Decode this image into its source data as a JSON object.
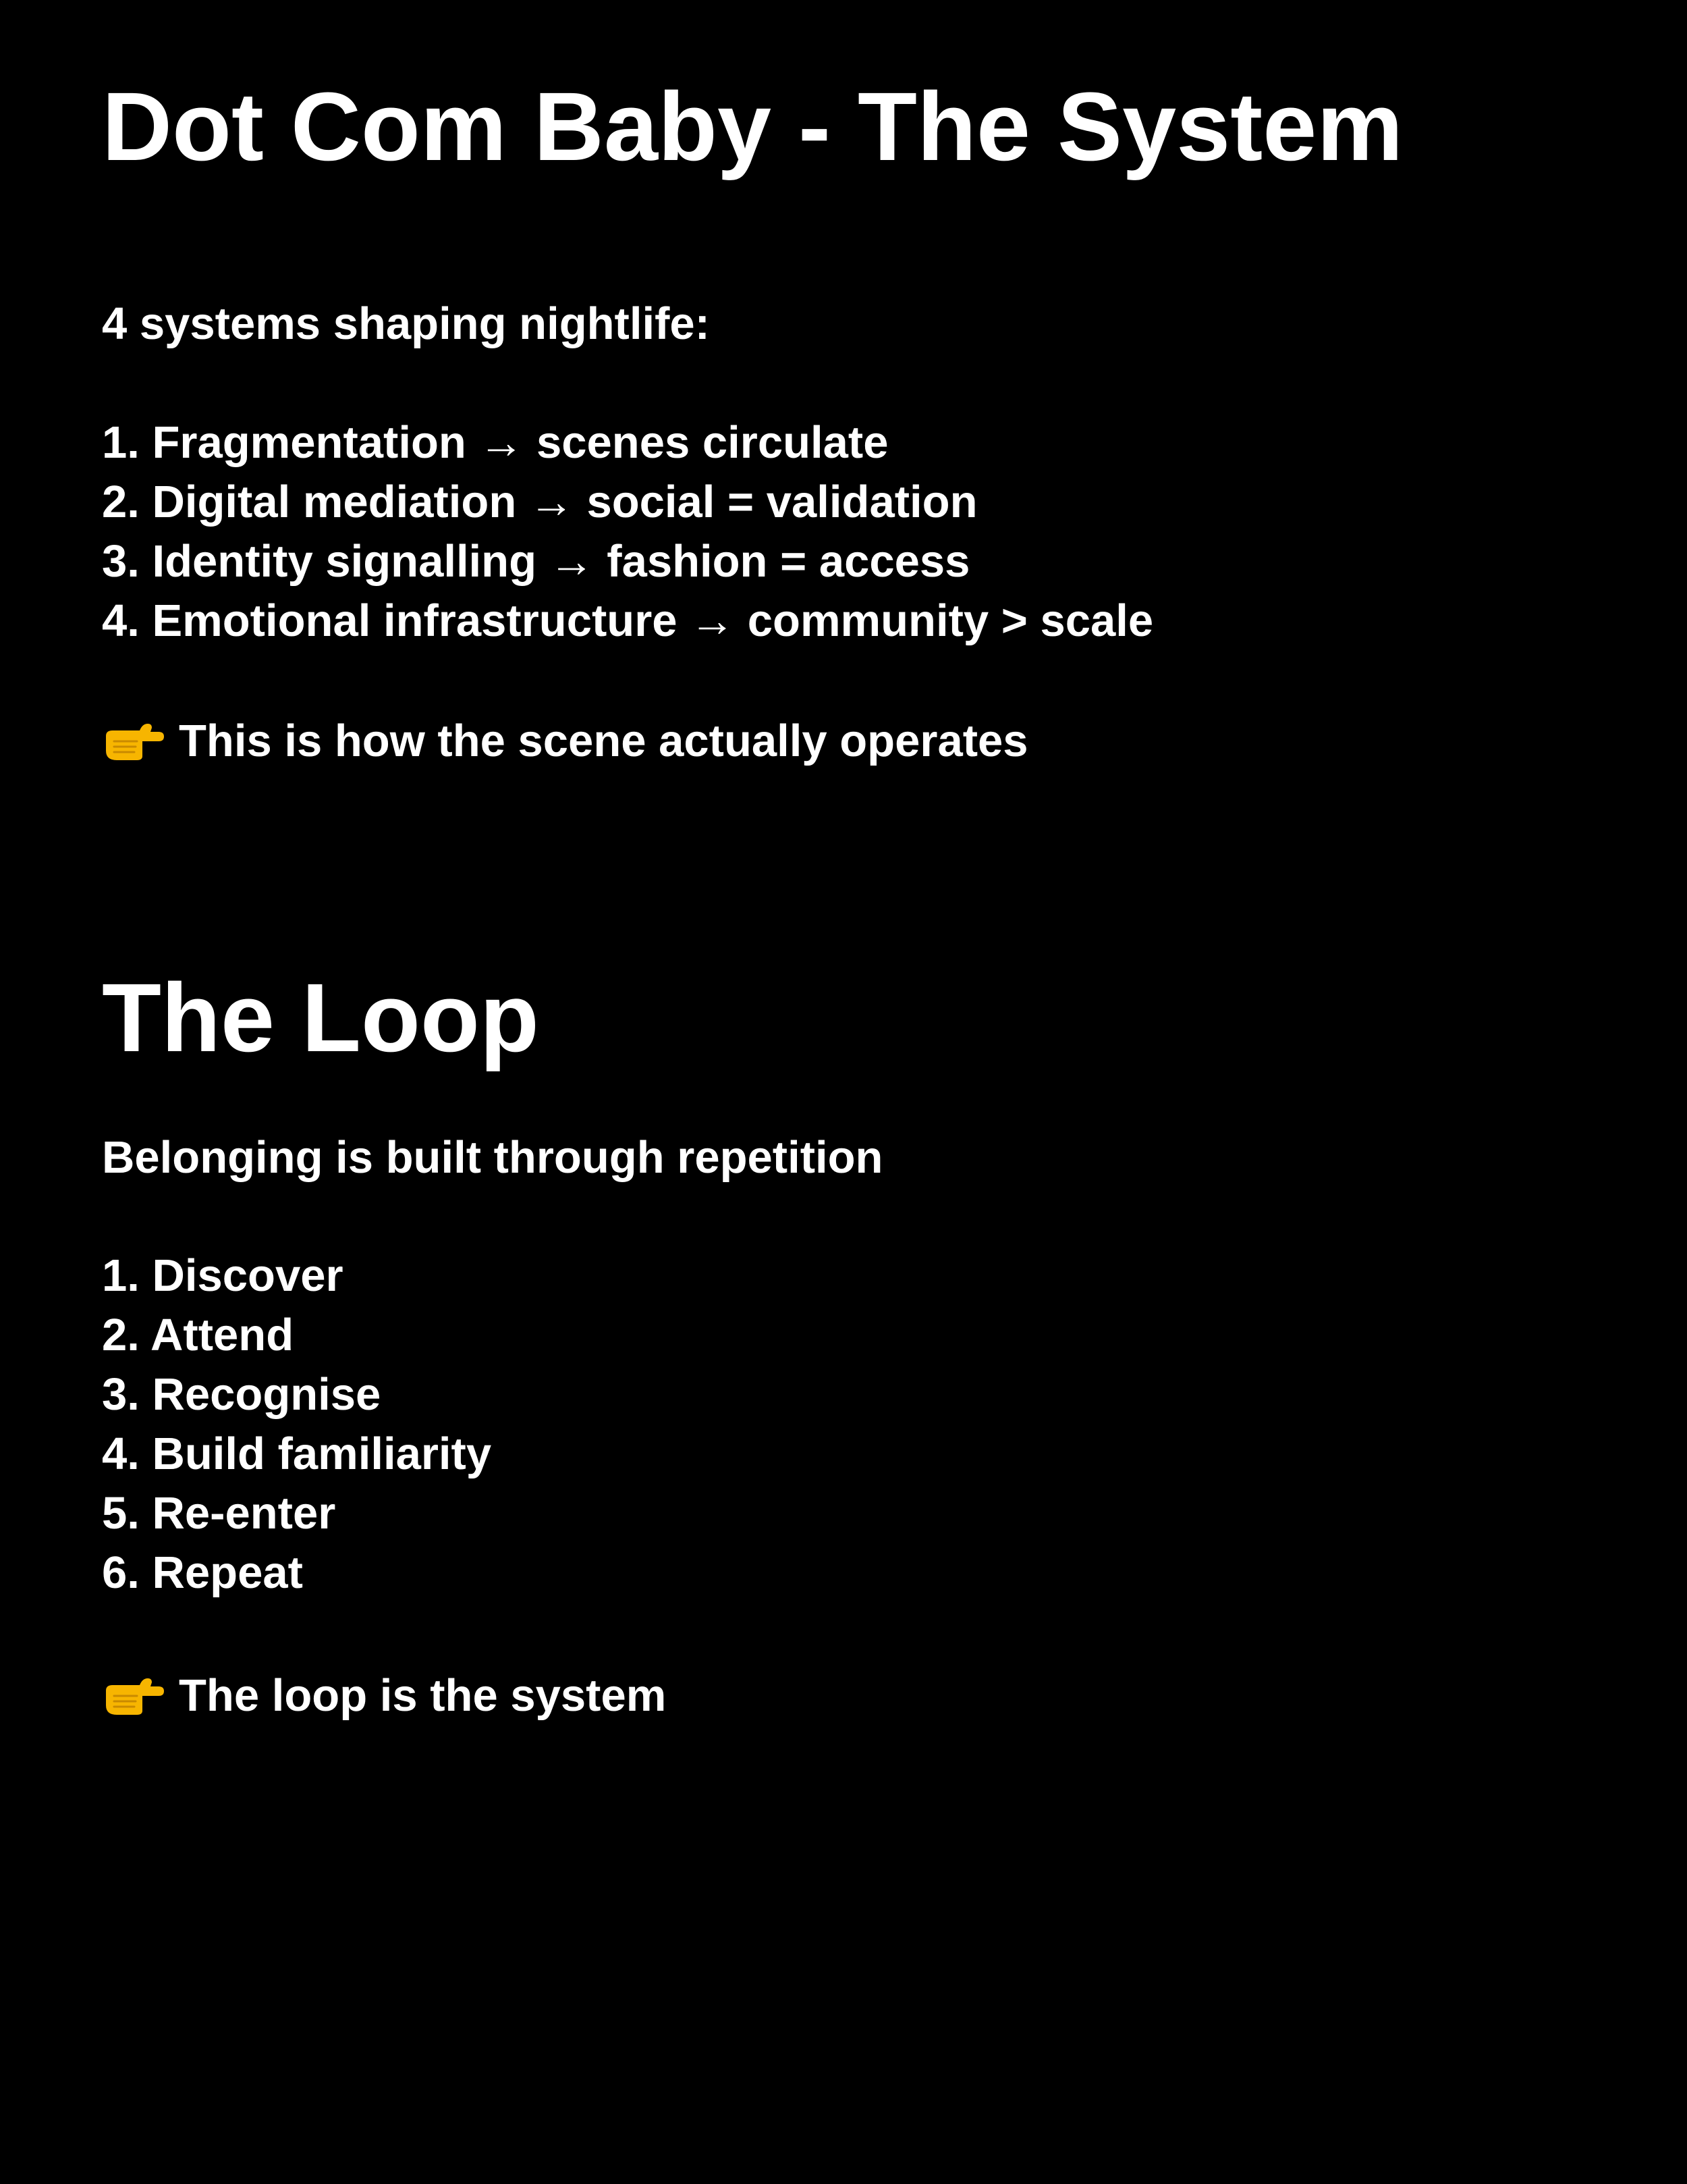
{
  "section1": {
    "title": "Dot Com Baby - The System",
    "intro": "4 systems shaping nightlife:",
    "items": [
      "1. Fragmentation → scenes circulate",
      "2. Digital mediation → social = validation",
      "3. Identity signalling → fashion = access",
      "4. Emotional infrastructure → community > scale"
    ],
    "callout_icon": "pointing-right-hand-icon",
    "callout": "This is how the scene actually operates"
  },
  "section2": {
    "title": "The Loop",
    "intro": "Belonging is built through repetition",
    "items": [
      "1. Discover",
      "2. Attend",
      "3. Recognise",
      "4. Build familiarity",
      "5. Re-enter",
      "6. Repeat"
    ],
    "callout_icon": "pointing-right-hand-icon",
    "callout": "The loop is the system"
  },
  "colors": {
    "background": "#000000",
    "text": "#ffffff",
    "emoji": "#f7b500"
  }
}
